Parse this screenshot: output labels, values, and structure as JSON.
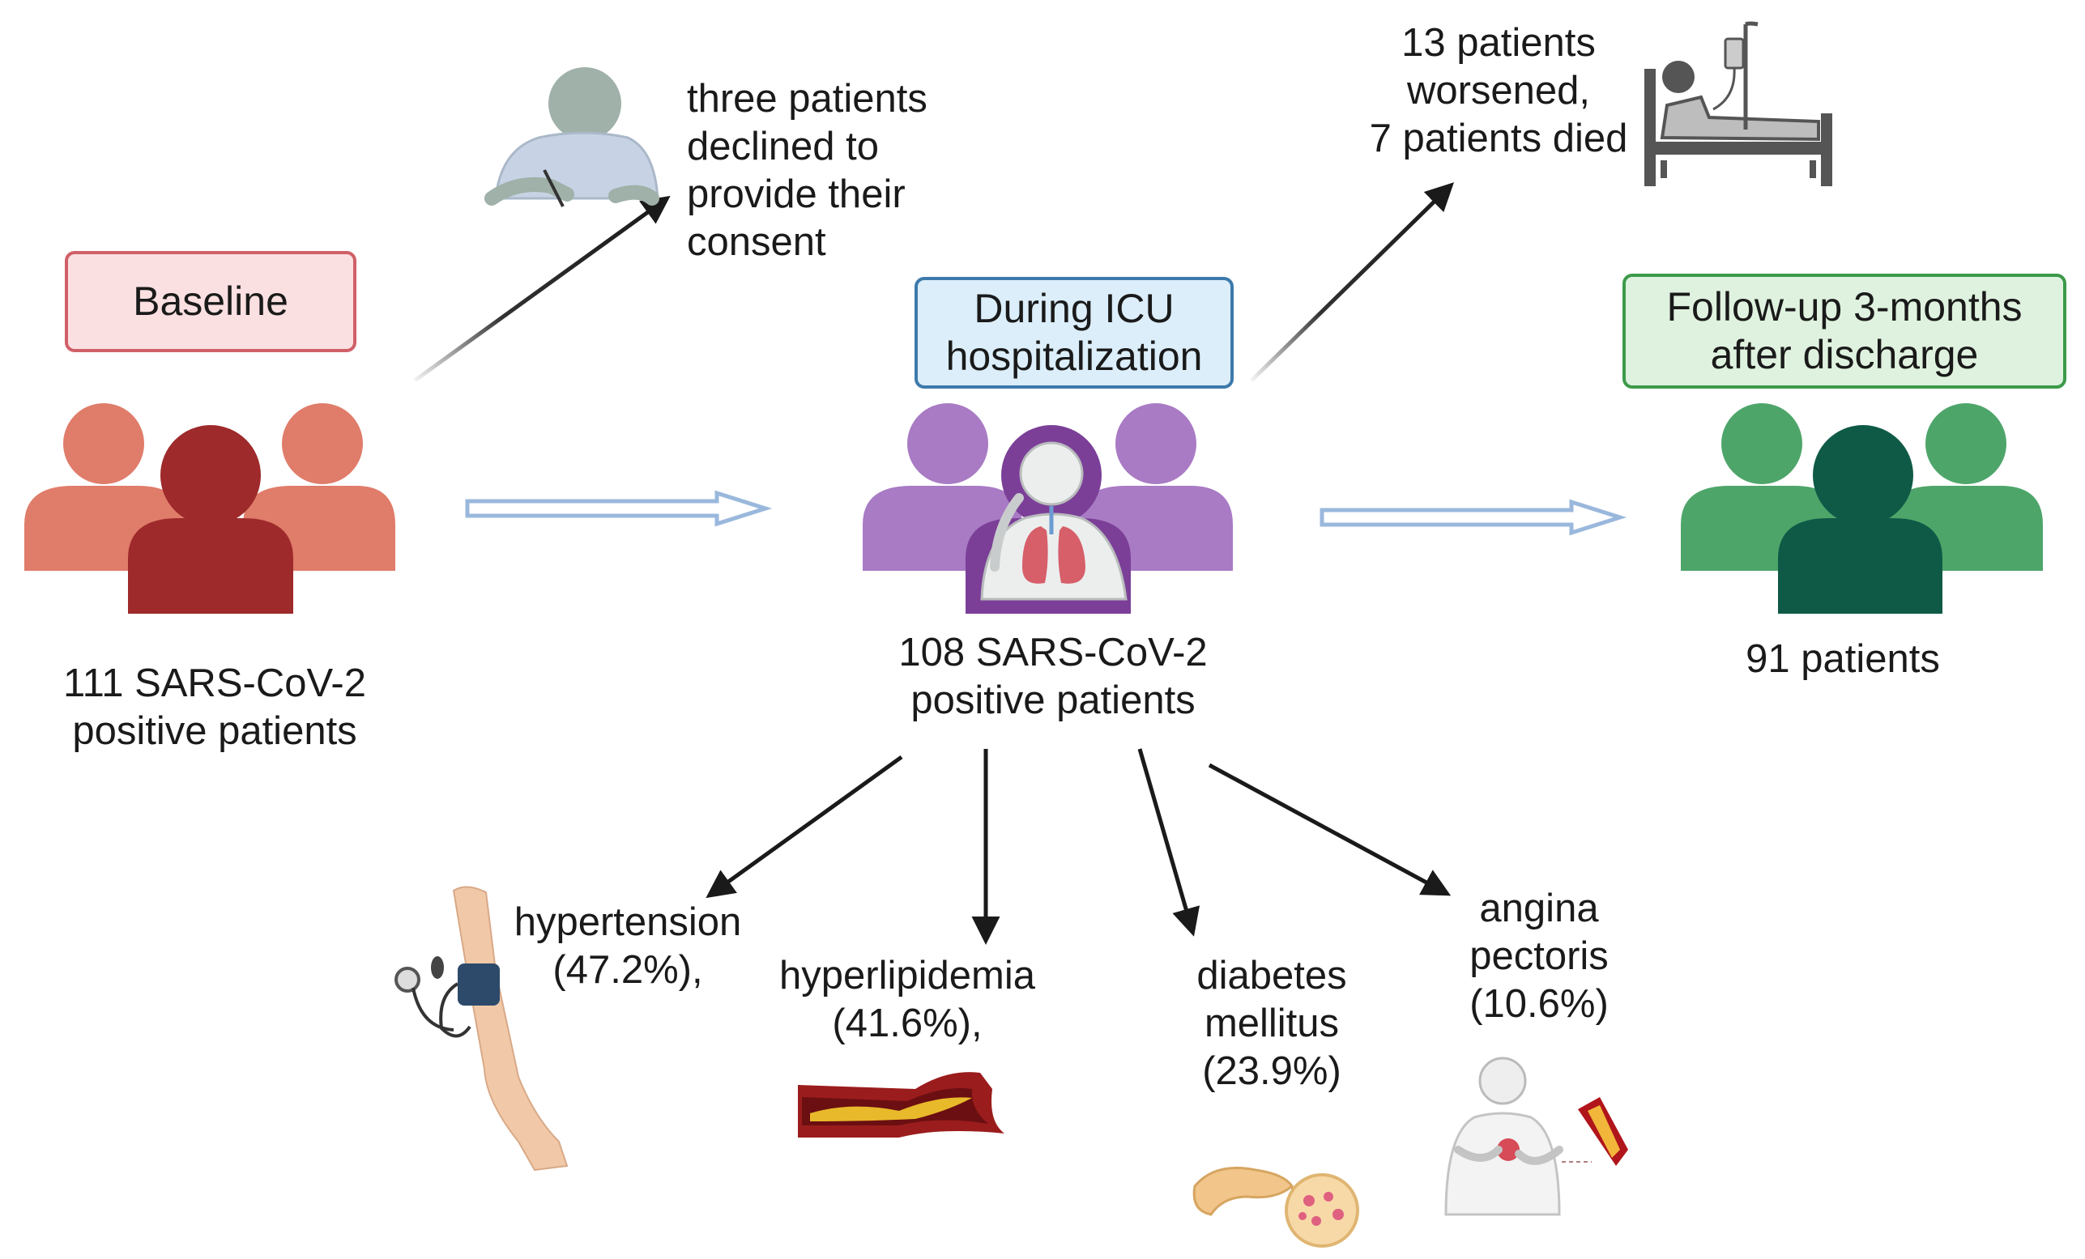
{
  "stages": {
    "baseline": {
      "label": "Baseline",
      "count_lines": [
        "111 SARS-CoV-2",
        "positive patients"
      ],
      "color": "#9e2a2b",
      "accent": "#e07c6a",
      "box_fill": "#fbe0e2",
      "box_stroke": "#d06068"
    },
    "icu": {
      "label_lines": [
        "During ICU",
        "hospitalization"
      ],
      "count_lines": [
        "108 SARS-CoV-2",
        "positive patients"
      ],
      "color": "#7b3f98",
      "accent": "#a87bc4",
      "box_fill": "#dbeefa",
      "box_stroke": "#3d7aab"
    },
    "followup": {
      "label_lines": [
        "Follow-up 3-months",
        "after discharge"
      ],
      "count_lines": [
        "91 patients"
      ],
      "color": "#0f5a47",
      "accent": "#4ea56a",
      "box_fill": "#dff2df",
      "box_stroke": "#3c9a4a"
    }
  },
  "declined": {
    "lines": [
      "three patients",
      "declined to",
      "provide their",
      "consent"
    ],
    "icon": "person-signing-icon"
  },
  "worsened": {
    "lines": [
      "13 patients",
      "worsened,",
      "7 patients died"
    ],
    "icon": "hospital-bed-icon"
  },
  "comorbidities": [
    {
      "lines": [
        "hypertension",
        "(47.2%),"
      ],
      "icon": "blood-pressure-cuff-icon"
    },
    {
      "lines": [
        "hyperlipidemia",
        "(41.6%),"
      ],
      "icon": "clogged-artery-icon"
    },
    {
      "lines": [
        "diabetes",
        "mellitus",
        "(23.9%)"
      ],
      "icon": "pancreas-icon"
    },
    {
      "lines": [
        "angina",
        "pectoris",
        "(10.6%)"
      ],
      "icon": "chest-pain-icon"
    }
  ]
}
